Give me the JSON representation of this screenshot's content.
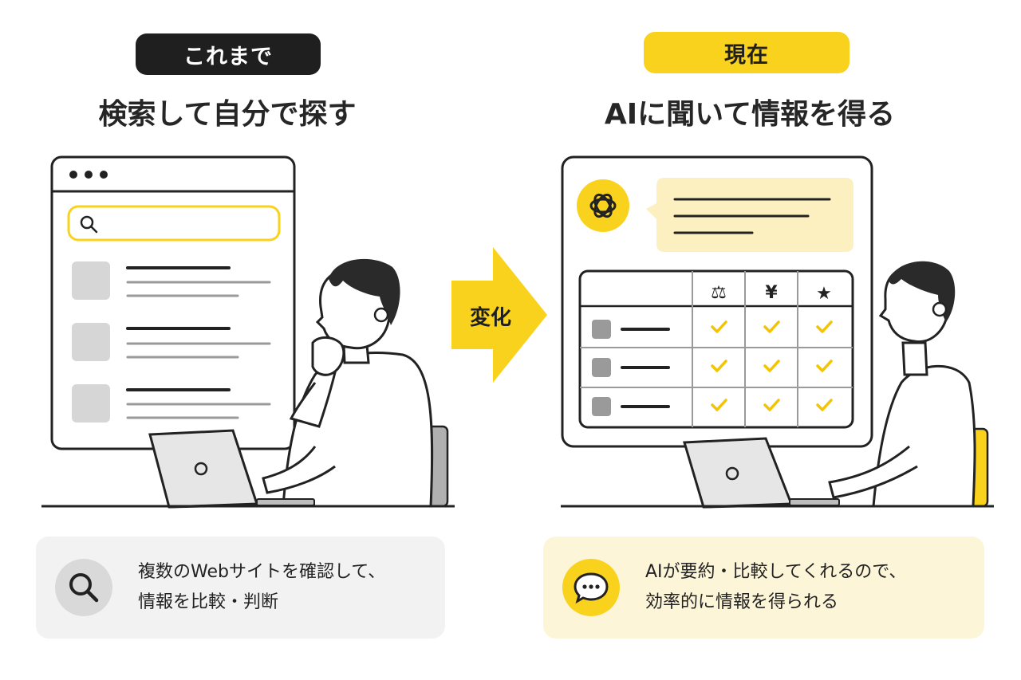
{
  "before": {
    "badge": "これまで",
    "title": "検索して自分で探す",
    "caption_lines": [
      "複数のWebサイトを確認して、",
      "情報を比較・判断"
    ]
  },
  "transition": {
    "label": "変化"
  },
  "after": {
    "badge": "現在",
    "title": "AIに聞いて情報を得る",
    "table_headers": [
      "⚖",
      "¥",
      "★"
    ],
    "caption_lines": [
      "AIが要約・比較してくれるので、",
      "効率的に情報を得られる"
    ]
  },
  "colors": {
    "accent": "#f9d21e",
    "dark": "#1f1f1f",
    "light_gray": "#f2f2f2",
    "light_yellow": "#fdf5d8"
  },
  "icons": [
    "search-icon",
    "chat-bubble-icon",
    "ai-logo-icon",
    "check-icon",
    "scale-icon",
    "yen-icon",
    "star-icon"
  ]
}
